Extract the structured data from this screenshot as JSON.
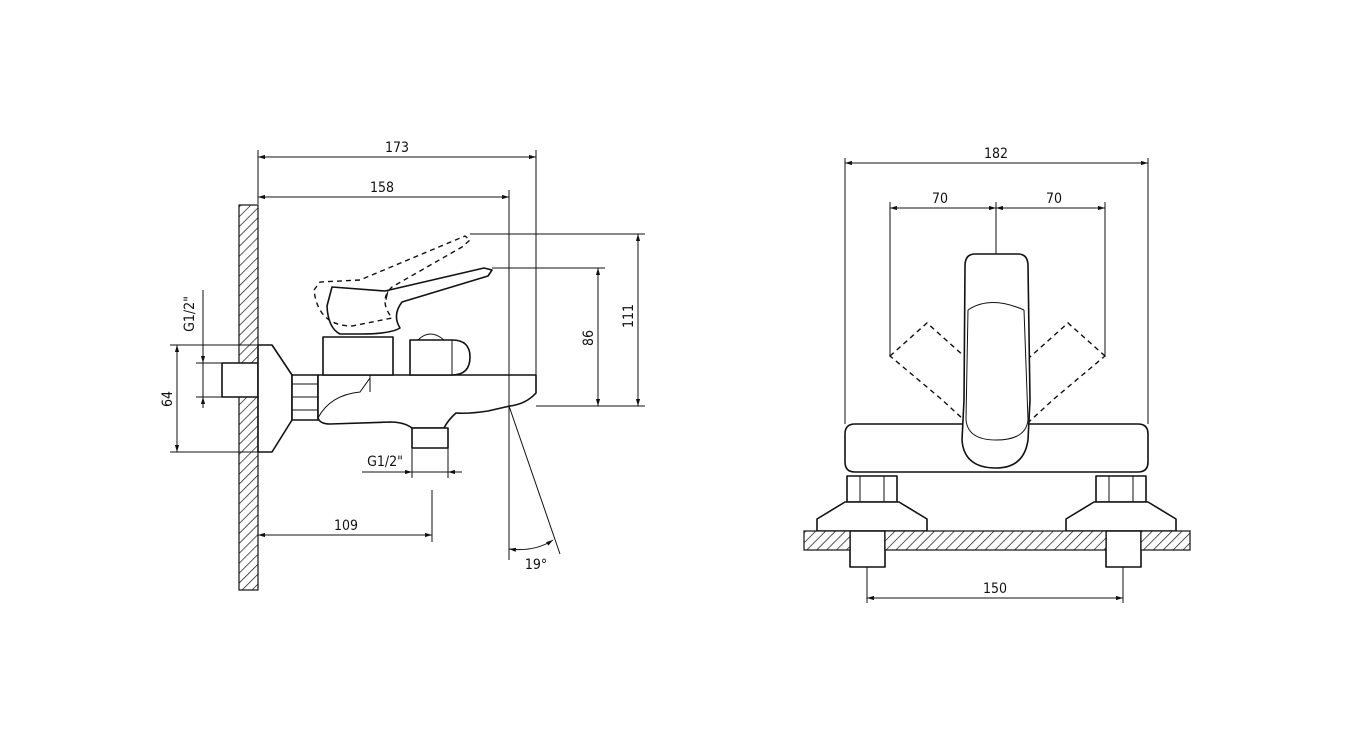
{
  "side_view": {
    "dims": {
      "overall_length": "173",
      "spout_length": "158",
      "handle_height": "111",
      "body_height": "86",
      "flange_diameter": "64",
      "inlet_thread": "G1/2\"",
      "outlet_thread": "G1/2\"",
      "outlet_distance": "109",
      "swivel_angle": "19°"
    }
  },
  "front_view": {
    "dims": {
      "overall_width": "182",
      "left_handle_swing": "70",
      "right_handle_swing": "70",
      "inlet_spacing": "150"
    }
  }
}
